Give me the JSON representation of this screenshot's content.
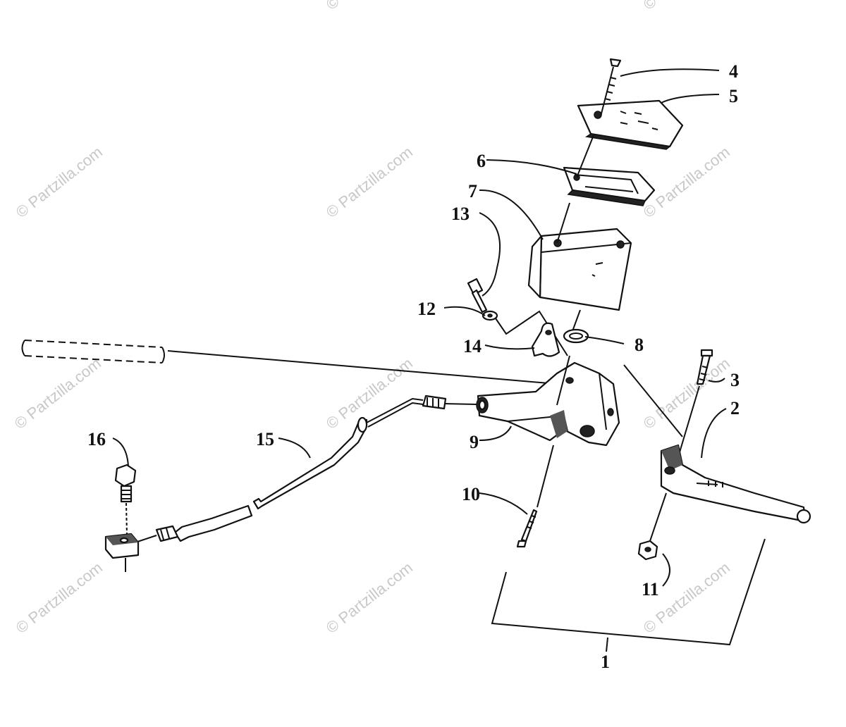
{
  "labels": [
    "1",
    "2",
    "3",
    "4",
    "5",
    "6",
    "7",
    "8",
    "9",
    "10",
    "11",
    "12",
    "13",
    "14",
    "15",
    "16"
  ],
  "watermark": "© Partzilla.com",
  "colors": {
    "ink": "#111111",
    "watermark": "#c8c8c8",
    "background": "#ffffff"
  }
}
